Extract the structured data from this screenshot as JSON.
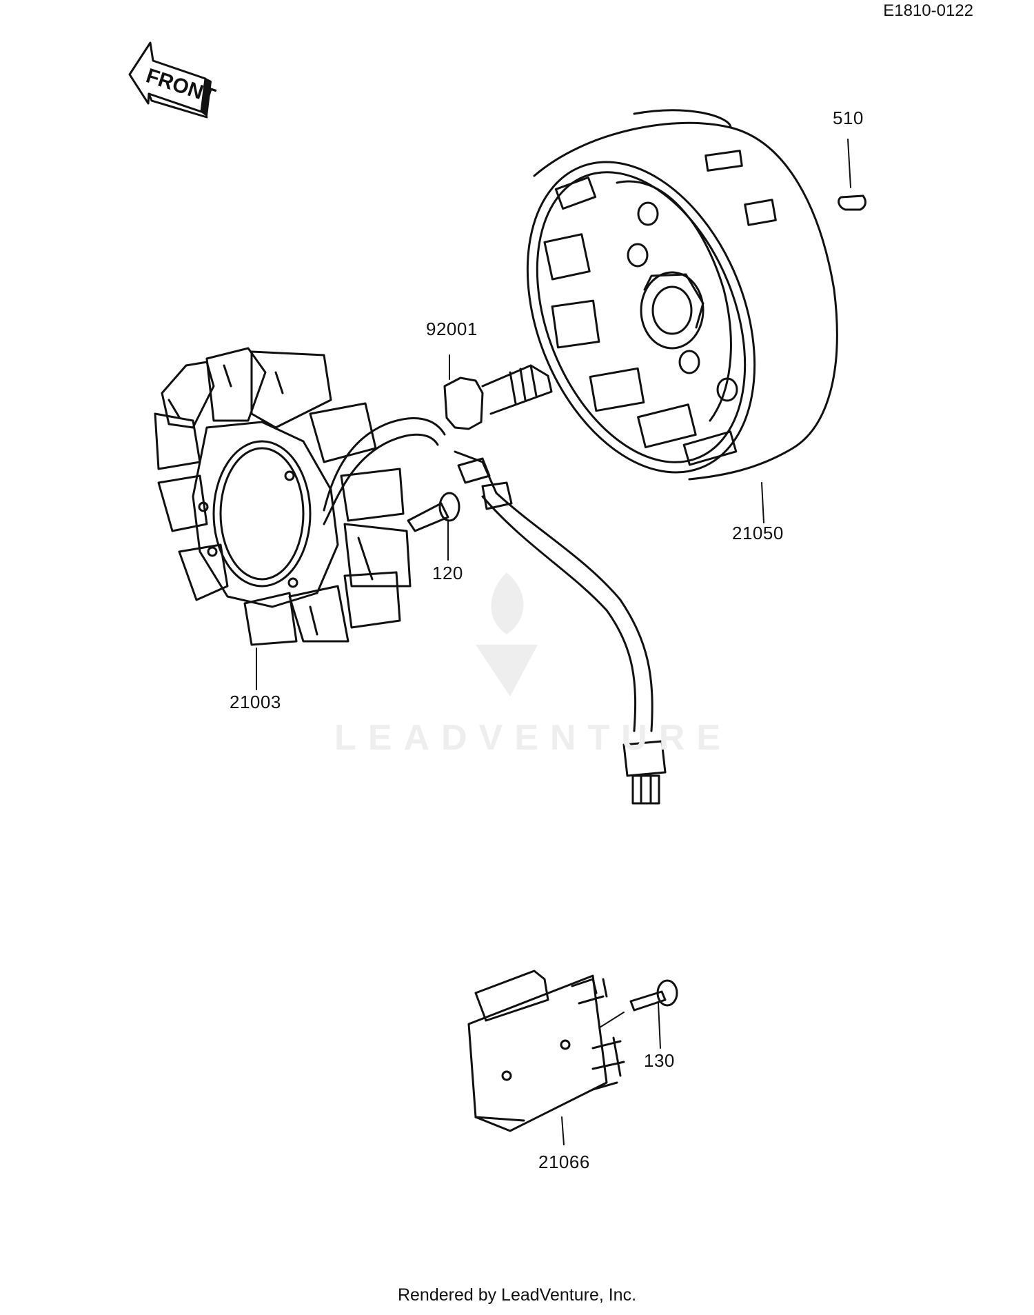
{
  "document": {
    "code": "E1810-0122",
    "footer": "Rendered by LeadVenture, Inc."
  },
  "orientation": {
    "label": "FRONT"
  },
  "watermark": {
    "text": "LEADVENTURE"
  },
  "parts": [
    {
      "number": "510",
      "part": "key"
    },
    {
      "number": "21050",
      "part": "flywheel-rotor"
    },
    {
      "number": "92001",
      "part": "flywheel-bolt"
    },
    {
      "number": "21003",
      "part": "stator"
    },
    {
      "number": "120",
      "part": "stator-bolt"
    },
    {
      "number": "130",
      "part": "regulator-bolt"
    },
    {
      "number": "21066",
      "part": "regulator-rectifier"
    }
  ]
}
